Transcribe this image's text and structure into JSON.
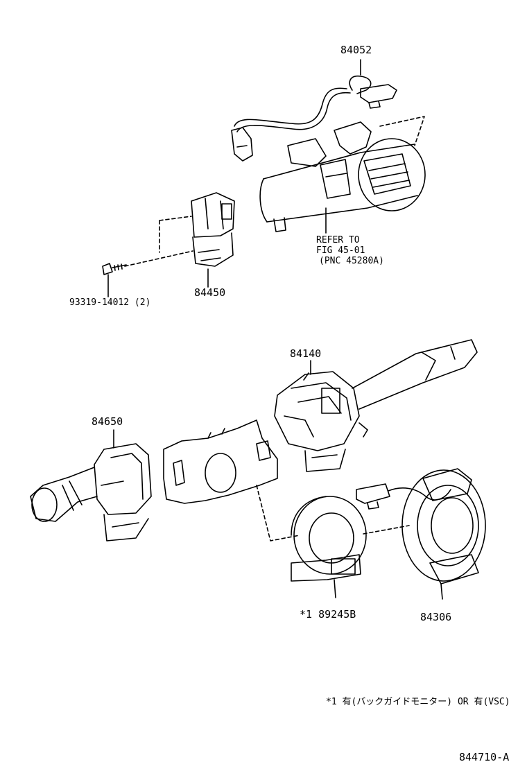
{
  "labels": {
    "p84052": "84052",
    "refer1": "REFER TO",
    "refer2": "FIG 45-01",
    "refer3": "(PNC 45280A)",
    "p84450": "84450",
    "screw": "93319-14012 (2)",
    "p84140": "84140",
    "p84650": "84650",
    "p89245": "*1 89245B",
    "p84306": "84306",
    "footnote": "*1 有(バックガイドモニター) OR 有(VSC)",
    "figcode": "844710-A"
  },
  "colors": {
    "ink": "#000000",
    "paper": "#ffffff"
  }
}
